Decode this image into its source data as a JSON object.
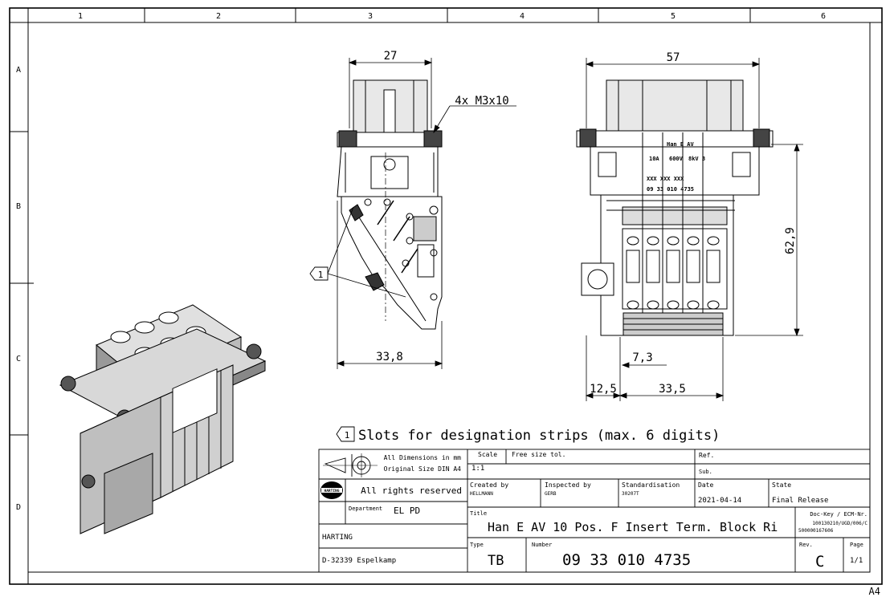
{
  "frame": {
    "columns": [
      "1",
      "2",
      "3",
      "4",
      "5",
      "6"
    ],
    "rows": [
      "A",
      "B",
      "C",
      "D"
    ],
    "sheet_format": "A4"
  },
  "drawing": {
    "dim_front_width": "27",
    "dim_screws": "4x M3x10",
    "dim_front_depth": "33,8",
    "dim_side_width": "57",
    "dim_side_height": "62,9",
    "dim_offset": "7,3",
    "dim_edge": "12,5",
    "dim_pitch": "33,5",
    "callout_number": "1",
    "callout_note": "Slots for designation strips (max. 6 digits)",
    "label_brand": "Han E AV",
    "label_rows": [
      "10A",
      "600V",
      "8kV 3",
      "XXX XXX XXX",
      "09 33 010 4735"
    ]
  },
  "title_block": {
    "dimensions_note_1": "All Dimensions in mm",
    "dimensions_note_2": "Original Size DIN A4",
    "scale_label": "Scale",
    "scale_value": "1:1",
    "tolerance": "Free size tol.",
    "ref_label": "Ref.",
    "sub_label": "Sub.",
    "rights": "All rights reserved",
    "logo_text": "HARTING",
    "department_label": "Department",
    "department_value": "EL PD",
    "created_label": "Created by",
    "created_value": "HELLMANN",
    "inspected_label": "Inspected by",
    "inspected_value": "GERB",
    "standard_label": "Standardisation",
    "standard_value": "30207T",
    "date_label": "Date",
    "date_value": "2021-04-14",
    "state_label": "State",
    "state_value": "Final Release",
    "title_label": "Title",
    "title_value": "Han E AV 10 Pos. F Insert Term. Block Ri",
    "dockey_label": "Doc-Key / ECM-Nr.",
    "dockey_1": "100130210/UGD/006/C",
    "dockey_2": "500000167606",
    "company": "HARTING",
    "address": "D-32339 Espelkamp",
    "type_label": "Type",
    "type_value": "TB",
    "number_label": "Number",
    "number_value": "09 33 010 4735",
    "rev_label": "Rev.",
    "rev_value": "C",
    "page_label": "Page",
    "page_value": "1/1"
  }
}
